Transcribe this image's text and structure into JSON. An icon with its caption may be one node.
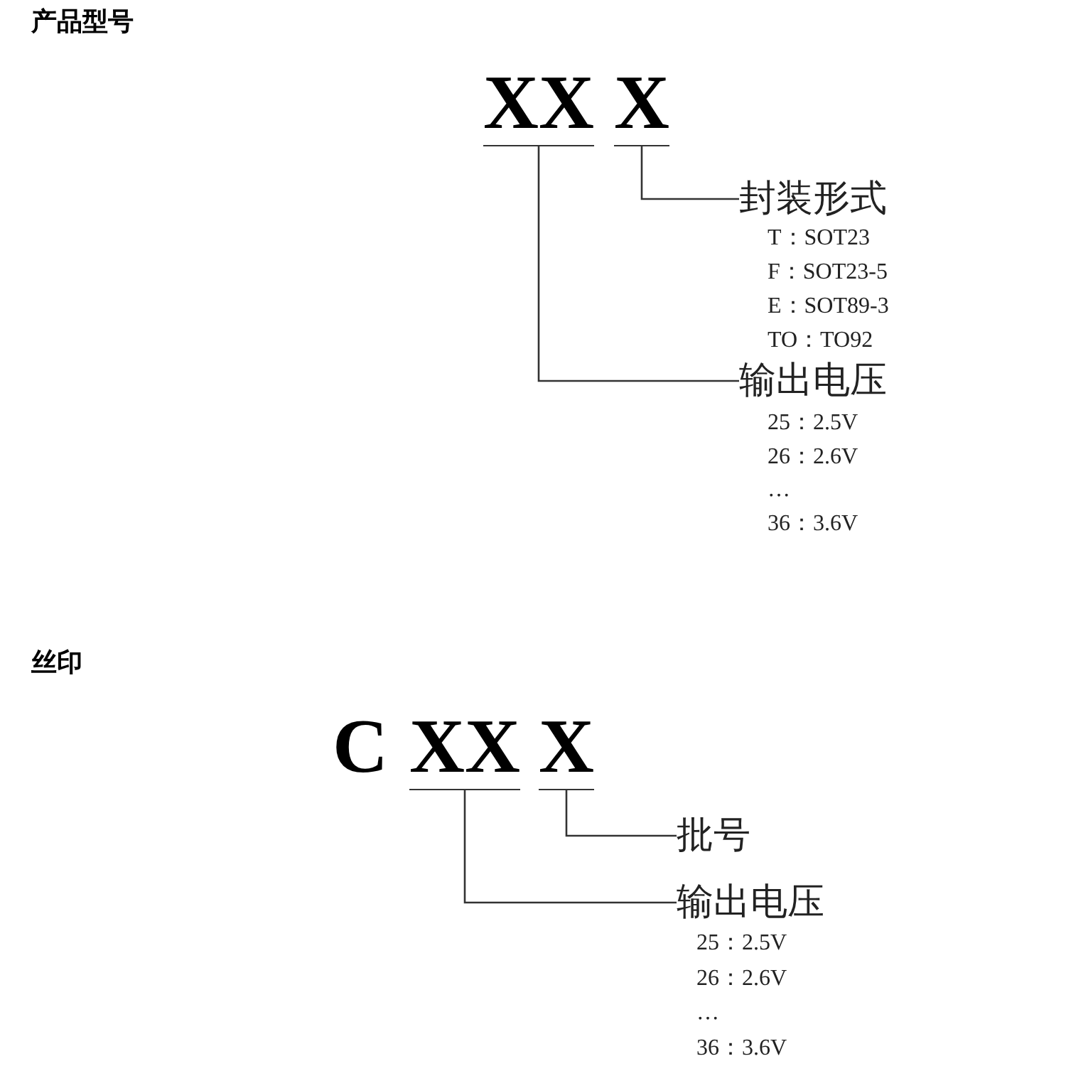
{
  "diagram": {
    "nodes": [
      {
        "text": [
          "XX"
        ]
      },
      {
        "text": [
          "X"
        ]
      },
      {
        "text": [
          "封装形式"
        ],
        "beside": [
          "T：SOT23",
          "F：SOT23-5",
          "E：SOT89-3",
          "TO：TO92"
        ]
      },
      {
        "text": [
          "输出电压"
        ],
        "beside": [
          "25：2.5V",
          "26：2.6V",
          "…",
          "36：3.6V"
        ]
      },
      {
        "text": [
          "XX"
        ]
      },
      {
        "text": [
          "X"
        ]
      },
      {
        "text": [
          "批号"
        ]
      },
      {
        "text": [
          "输出电压"
        ],
        "beside": [
          "25：2.5V",
          "26：2.6V",
          "…",
          "36：3.6V"
        ]
      }
    ],
    "edges": [
      {
        "from": 1,
        "to": 2,
        "arrow": "none"
      },
      {
        "from": 0,
        "to": 3,
        "arrow": "none"
      },
      {
        "from": 5,
        "to": 6,
        "arrow": "none"
      },
      {
        "from": 4,
        "to": 7,
        "arrow": "none"
      }
    ],
    "labels": [
      "产品型号",
      "丝印",
      "C"
    ]
  }
}
